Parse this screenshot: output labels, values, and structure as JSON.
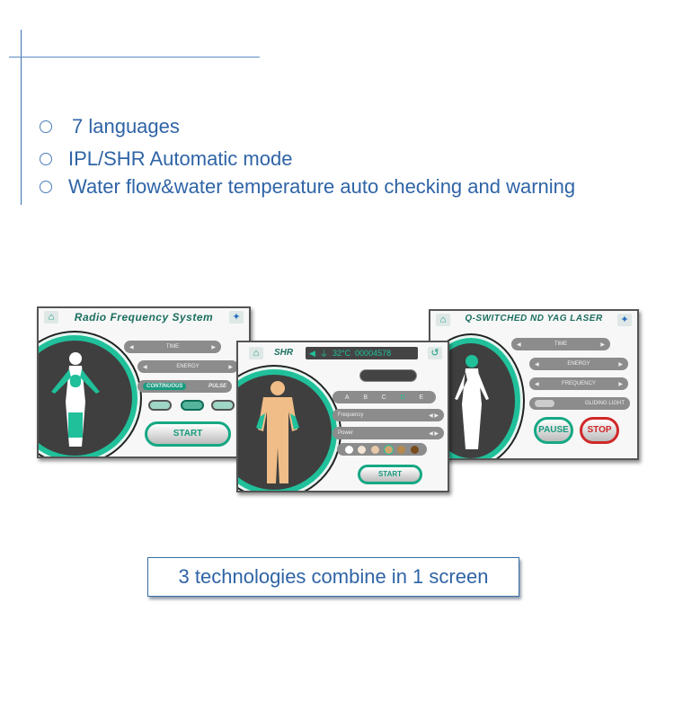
{
  "features": [
    "7 languages",
    "IPL/SHR Automatic mode",
    "Water flow&water temperature auto checking and warning"
  ],
  "caption": "3 technologies combine in 1 screen",
  "screens": {
    "rf": {
      "title": "Radio Frequency System",
      "time_label": "TIME",
      "energy_label": "ENERGY",
      "mode1": "CONTINUOUS",
      "mode2": "PULSE",
      "start": "START"
    },
    "shr": {
      "title": "SHR",
      "temp": "32°C",
      "counter": "00004578",
      "letters": [
        "A",
        "B",
        "C",
        "D",
        "E"
      ],
      "frequency_label": "Frequency",
      "power_label": "Power",
      "start": "START"
    },
    "yag": {
      "title": "Q-SWITCHED ND YAG LASER",
      "time_label": "TIME",
      "energy_label": "ENERGY",
      "frequency_label": "FREQUENCY",
      "aiming": "GLIDING LIGHT",
      "pause": "PAUSE",
      "stop": "STOP"
    }
  },
  "colors": {
    "accent": "#20c09a",
    "text": "#2f64a6",
    "stop": "#d02828"
  }
}
